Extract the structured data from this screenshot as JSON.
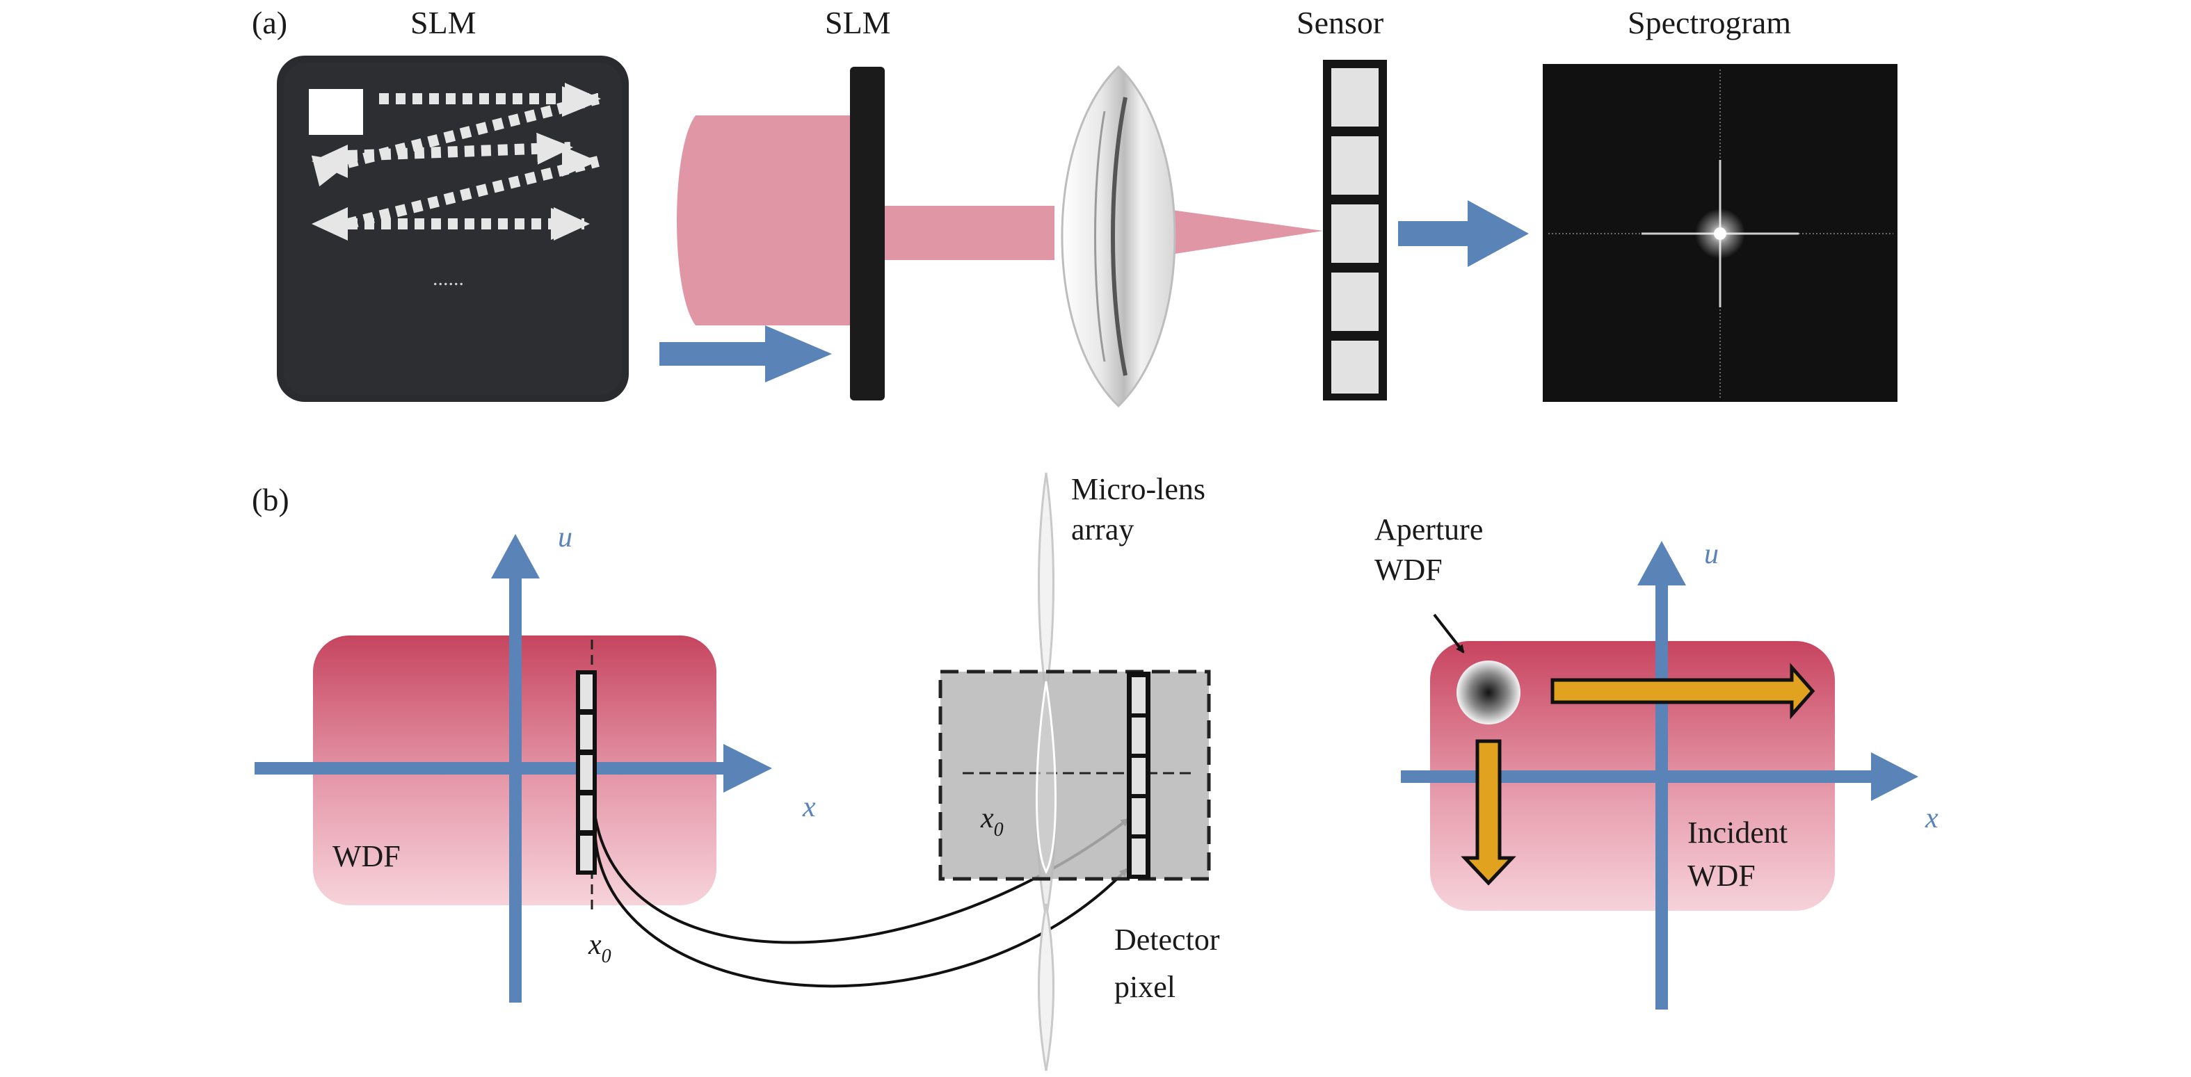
{
  "panel_a": {
    "tag": "(a)",
    "slm_screen_label": "SLM",
    "slm_label": "SLM",
    "sensor_label": "Sensor",
    "spectrogram_label": "Spectrogram",
    "ellipsis": "......"
  },
  "panel_b": {
    "tag": "(b)",
    "wdf_plot": {
      "u_label": "u",
      "x_label": "x",
      "region_label": "WDF",
      "x0_label": "x",
      "x0_sub": "0"
    },
    "lens": {
      "label_line1": "Micro-lens",
      "label_line2": "array",
      "x0_label": "x",
      "x0_sub": "0",
      "detector_line1": "Detector",
      "detector_line2": "pixel"
    },
    "aperture_plot": {
      "u_label": "u",
      "x_label": "x",
      "aperture_line1": "Aperture",
      "aperture_line2": "WDF",
      "incident_line1": "Incident",
      "incident_line2": "WDF"
    }
  },
  "colors": {
    "axis_blue": "#5a84b8",
    "beam_pink": "#e196a6",
    "wdf_red": "#c84a62",
    "wdf_pink": "#f3c2cc",
    "arrow_orange": "#e0a21f",
    "screen_dark": "#2a2b2e",
    "spectrogram_bg": "#111111"
  }
}
